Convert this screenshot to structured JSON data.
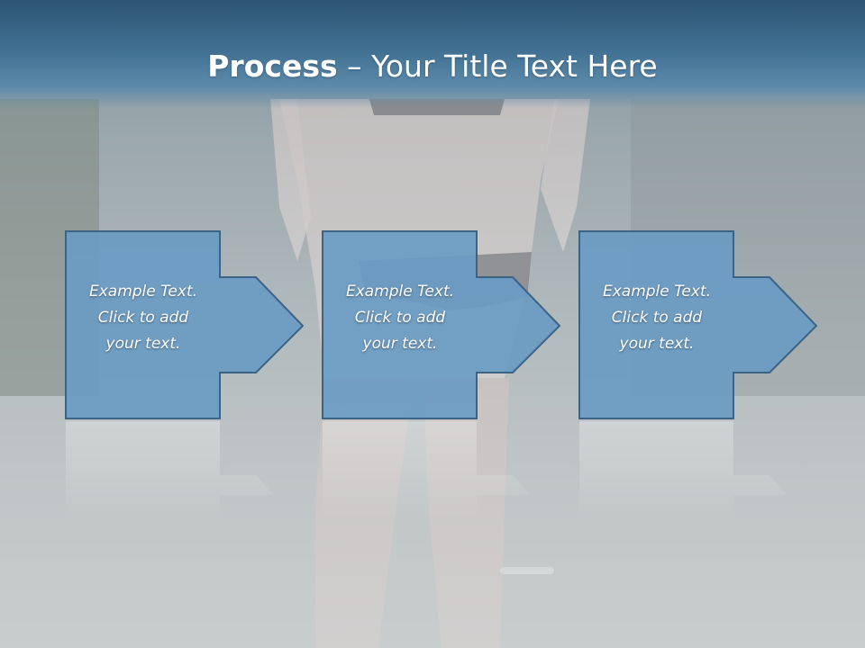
{
  "slide": {
    "title_bold": "Process",
    "title_rest": " – Your Title Text Here"
  },
  "steps": [
    {
      "line1": "Example Text.",
      "line2": "Click  to add",
      "line3": "your text."
    },
    {
      "line1": "Example Text.",
      "line2": "Click  to add",
      "line3": "your text."
    },
    {
      "line1": "Example Text.",
      "line2": "Click  to add",
      "line3": "your text."
    }
  ],
  "colors": {
    "title_bar": "#3f6f91",
    "box_fill": "#6a9bc3",
    "box_stroke": "#3b6386",
    "text": "#ffffff"
  }
}
